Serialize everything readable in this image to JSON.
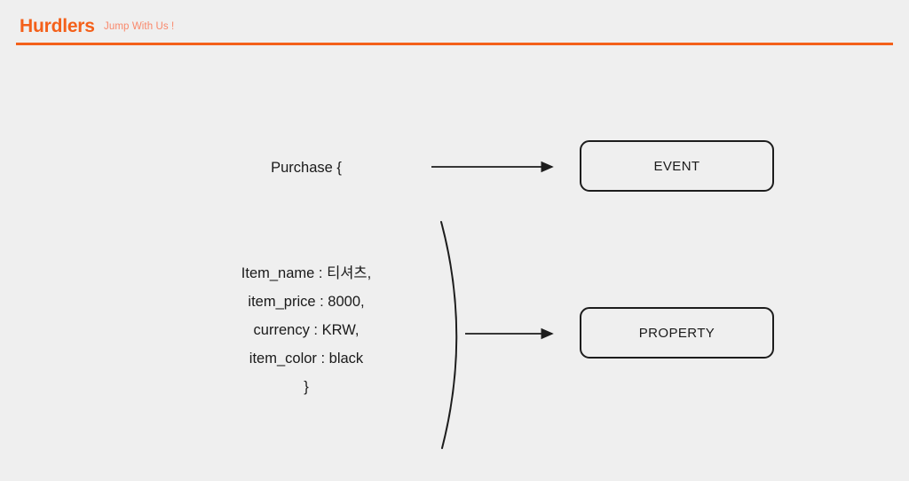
{
  "header": {
    "logo": "Hurdlers",
    "tagline": "Jump With Us !",
    "accent_color": "#f4601a",
    "tagline_color": "#f9876a"
  },
  "canvas": {
    "background_color": "#efefef",
    "stroke_color": "#1d1d1d"
  },
  "diagram": {
    "event_group": {
      "code_text": "Purchase {",
      "node_label": "EVENT",
      "connector": "arrow-right"
    },
    "property_group": {
      "code_lines": [
        "Item_name : 티셔츠,",
        "item_price : 8000,",
        "currency : KRW,",
        "item_color : black",
        "}"
      ],
      "node_label": "PROPERTY",
      "connector": "curly-brace-arrow-right"
    }
  }
}
